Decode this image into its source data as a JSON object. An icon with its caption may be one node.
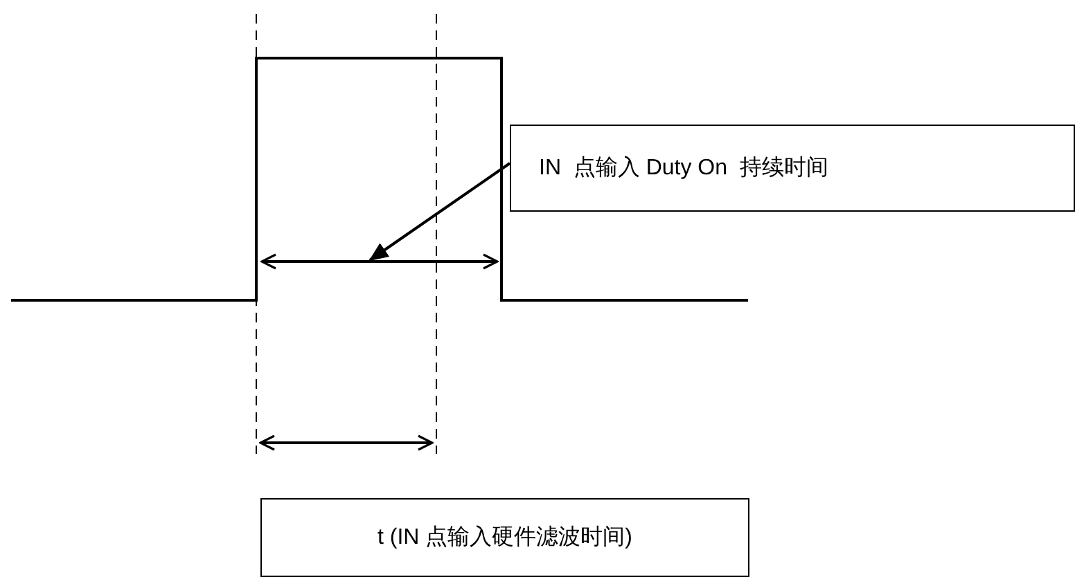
{
  "diagram": {
    "nodes": [
      {
        "text": [
          "IN  点输入 Duty On  持续时间"
        ]
      },
      {
        "text": [
          "t (IN 点输入硬件滤波时间)"
        ]
      },
      {
        "text": [],
        "shape": "line"
      }
    ],
    "edges": [
      {
        "from": 0,
        "to": 2,
        "arrow": "to"
      }
    ]
  }
}
